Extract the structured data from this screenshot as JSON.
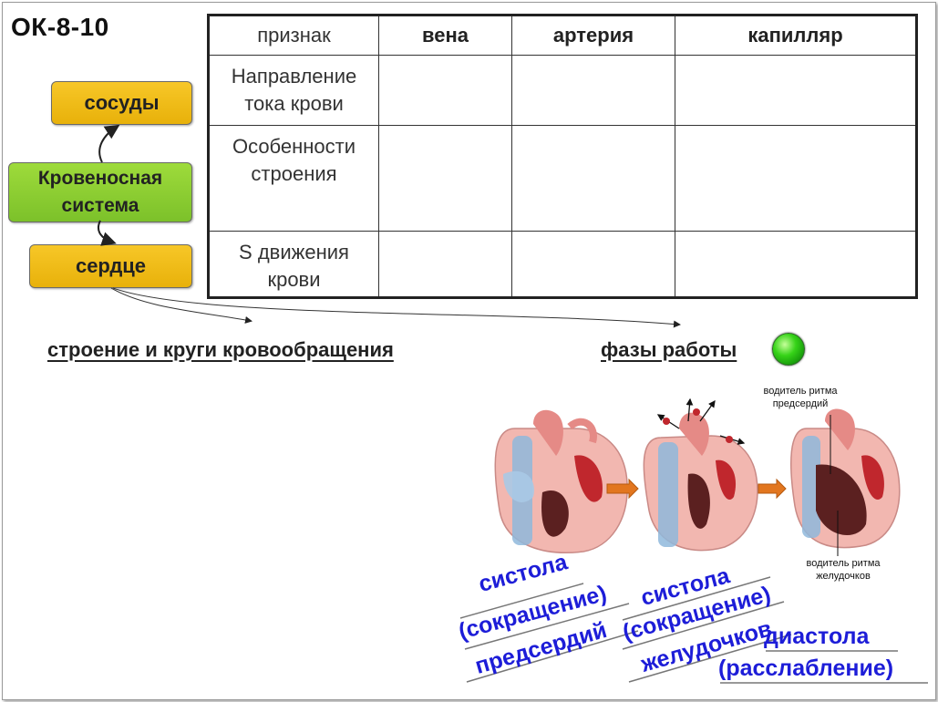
{
  "code": "ОК-8-10",
  "mindmap": {
    "vessels": "сосуды",
    "system": "Кровеносная система",
    "heart": "сердце"
  },
  "table": {
    "header": [
      "признак",
      "вена",
      "артерия",
      "капилляр"
    ],
    "rows": [
      {
        "label": "Направление тока крови"
      },
      {
        "label": "Особенности строения"
      },
      {
        "label": "S движения крови"
      }
    ]
  },
  "links": {
    "structure": "строение и круги кровообращения",
    "phases": "фазы работы"
  },
  "heart_labels": {
    "atrial_pacemaker": "водитель ритма предсердий",
    "ventricular_pacemaker": "водитель ритма желудочков"
  },
  "phases": {
    "p1_l1": "систола",
    "p1_l2": "(сокращение)",
    "p1_l3": "предсердий",
    "p2_l1": "систола",
    "p2_l2": "(сокращение)",
    "p2_l3": "желудочков",
    "p3_l1": "диастола",
    "p3_l2": "(расслабление)"
  },
  "colors": {
    "yellow_box": "#f0bb14",
    "green_box": "#8ccd32",
    "blue_text": "#1d1dd8",
    "status_dot": "#2ccd14"
  }
}
